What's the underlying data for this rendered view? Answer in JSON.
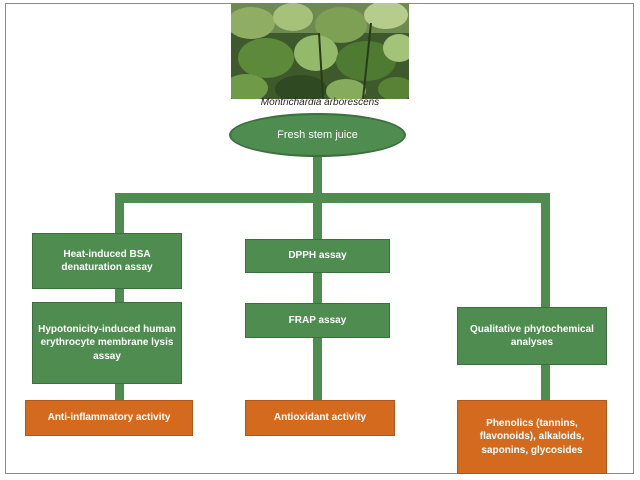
{
  "caption": "Montrichardia arborescens",
  "root": {
    "label": "Fresh stem juice"
  },
  "left": {
    "assay1": "Heat-induced BSA denaturation assay",
    "assay2": "Hypotonicity-induced human erythrocyte membrane lysis assay",
    "outcome": "Anti-inflammatory activity"
  },
  "middle": {
    "assay1": "DPPH assay",
    "assay2": "FRAP assay",
    "outcome": "Antioxidant activity"
  },
  "right": {
    "assay1": "Qualitative phytochemical analyses",
    "outcome": "Phenolics (tannins, flavonoids), alkaloids, saponins, glycosides"
  },
  "colors": {
    "green": "#4e8c50",
    "orange": "#d46a1e"
  }
}
